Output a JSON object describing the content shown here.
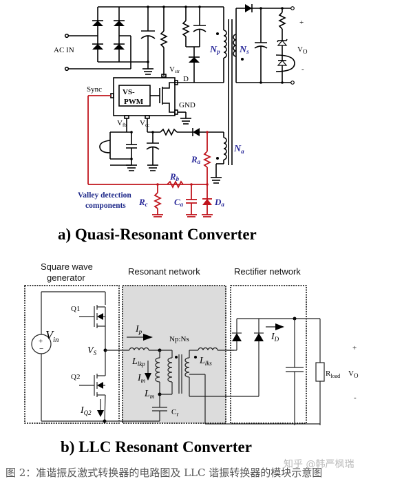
{
  "figure": {
    "panel_a": {
      "title": "a) Quasi-Resonant Converter",
      "labels": {
        "ac_in": "AC IN",
        "sync": "Sync",
        "vs_pwm_line1": "VS-",
        "vs_pwm_line2": "PWM",
        "vstr": "Vstr",
        "vstr_main": "V",
        "vstr_sub": "str",
        "drain": "D",
        "gnd": "GND",
        "vfb_main": "V",
        "vfb_sub": "fb",
        "vcc_main": "V",
        "vcc_sub": "cc",
        "np_main": "N",
        "np_sub": "p",
        "ns_main": "N",
        "ns_sub": "s",
        "na_main": "N",
        "na_sub": "a",
        "ra_main": "R",
        "ra_sub": "a",
        "rb_main": "R",
        "rb_sub": "b",
        "rc_main": "R",
        "rc_sub": "c",
        "ca_main": "C",
        "ca_sub": "a",
        "da_main": "D",
        "da_sub": "a",
        "valley_line1": "Valley detection",
        "valley_line2": "components",
        "vo_main": "V",
        "vo_sub": "O",
        "plus": "+",
        "minus": "-"
      },
      "colors": {
        "valley_detection": "#c0141c",
        "label_blue": "#2a2a9a"
      }
    },
    "panel_b": {
      "title": "b) LLC Resonant Converter",
      "blocks": [
        {
          "name": "Square wave generator",
          "line1": "Square wave",
          "line2": "generator"
        },
        {
          "name": "Resonant network",
          "line1": "Resonant network"
        },
        {
          "name": "Rectifier network",
          "line1": "Rectifier network"
        }
      ],
      "labels": {
        "q1": "Q1",
        "q2": "Q2",
        "vin_main": "V",
        "vin_sub": "in",
        "vs_main": "V",
        "vs_sub": "S",
        "iq2_main": "I",
        "iq2_sub": "Q2",
        "ip_main": "I",
        "ip_sub": "p",
        "llkp_main": "L",
        "llkp_sub": "lkp",
        "im_main": "I",
        "im_sub": "m",
        "lm_main": "L",
        "lm_sub": "m",
        "cr_main": "C",
        "cr_sub": "r",
        "ratio": "Np:Ns",
        "llks_main": "L",
        "llks_sub": "lks",
        "id_main": "I",
        "id_sub": "D",
        "rload_main": "R",
        "rload_sub": "load",
        "vo_main": "V",
        "vo_sub": "O",
        "plus": "+",
        "minus": "-"
      },
      "colors": {
        "resonant_block_fill": "#dcdcdc"
      }
    },
    "caption": "图 2：准谐振反激式转换器的电路图及 LLC 谐振转换器的模块示意图",
    "watermark": "知乎 @韩严枫瑞"
  }
}
